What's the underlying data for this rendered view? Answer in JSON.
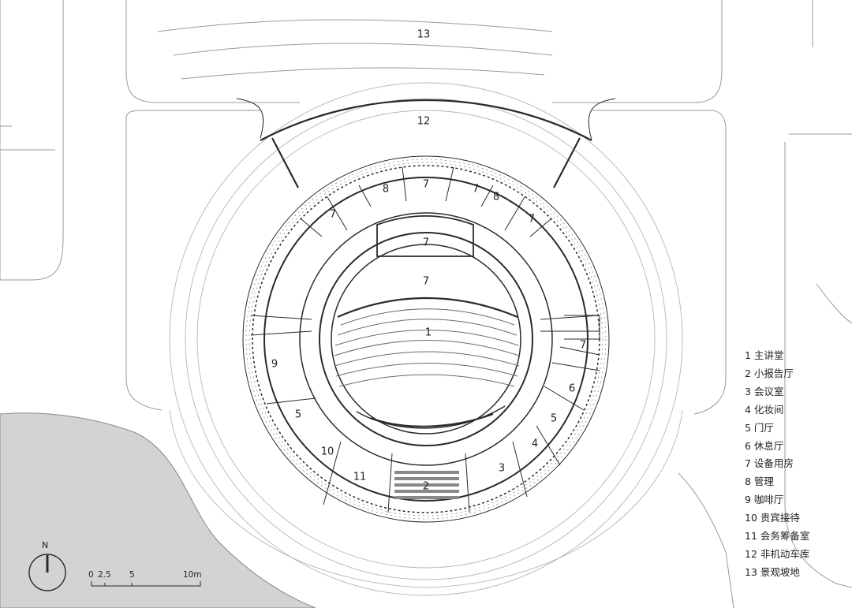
{
  "rooms": [
    {
      "id": "r1",
      "label": "1"
    },
    {
      "id": "r2",
      "label": "2"
    },
    {
      "id": "r3",
      "label": "3"
    },
    {
      "id": "r4",
      "label": "4"
    },
    {
      "id": "r5a",
      "label": "5"
    },
    {
      "id": "r5b",
      "label": "5"
    },
    {
      "id": "r6",
      "label": "6"
    },
    {
      "id": "r7a",
      "label": "7"
    },
    {
      "id": "r7b",
      "label": "7"
    },
    {
      "id": "r7c",
      "label": "7"
    },
    {
      "id": "r7d",
      "label": "7"
    },
    {
      "id": "r7e",
      "label": "7"
    },
    {
      "id": "r7f",
      "label": "7"
    },
    {
      "id": "r7g",
      "label": "7"
    },
    {
      "id": "r8a",
      "label": "8"
    },
    {
      "id": "r8b",
      "label": "8"
    },
    {
      "id": "r9",
      "label": "9"
    },
    {
      "id": "r10",
      "label": "10"
    },
    {
      "id": "r11",
      "label": "11"
    },
    {
      "id": "r12",
      "label": "12"
    },
    {
      "id": "r13",
      "label": "13"
    }
  ],
  "legend": [
    "1 主讲堂",
    "2 小报告厅",
    "3 会议室",
    "4 化妆间",
    "5 门厅",
    "6 休息厅",
    "7 设备用房",
    "8 管理",
    "9 咖啡厅",
    "10 贵宾接待",
    "11 会务筹备室",
    "12 非机动车库",
    "13 景观坡地"
  ],
  "north": {
    "label": "N"
  },
  "scale": {
    "ticks": [
      "0",
      "2.5",
      "5",
      "10m"
    ]
  },
  "colors": {
    "line": "#2a2a2a",
    "thin": "#9a9a9a",
    "water": "#d3d3d3"
  }
}
